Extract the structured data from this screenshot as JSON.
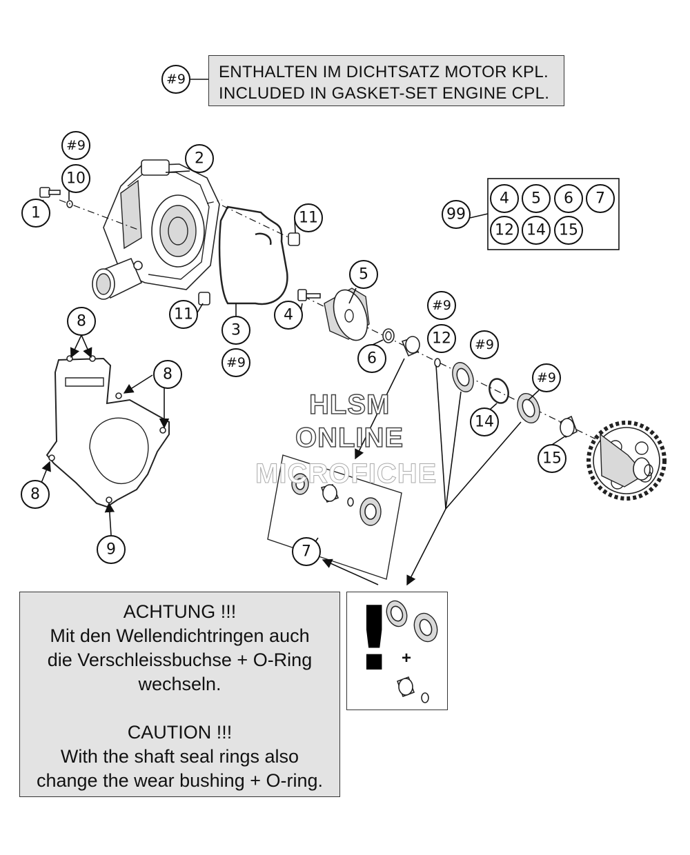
{
  "note": {
    "tag": "#9",
    "line1": "ENTHALTEN IM DICHTSATZ MOTOR KPL.",
    "line2": "INCLUDED IN GASKET-SET ENGINE CPL."
  },
  "callouts": {
    "c1": "1",
    "c2": "2",
    "c3": "3",
    "c4": "4",
    "c5": "5",
    "c6": "6",
    "c7": "7",
    "c8a": "8",
    "c8b": "8",
    "c8c": "8",
    "c9": "9",
    "c10": "10",
    "c11a": "11",
    "c11b": "11",
    "c12": "12",
    "c14": "14",
    "c15": "15",
    "h9a": "#9",
    "h9b": "#9",
    "h9c": "#9",
    "h9d": "#9",
    "h9e": "#9"
  },
  "kit": {
    "label": "99",
    "items": [
      "4",
      "5",
      "6",
      "7",
      "12",
      "14",
      "15"
    ]
  },
  "watermark": {
    "line1": "HLSM",
    "line2": "ONLINE",
    "line3": "MICROFICHE"
  },
  "caution": {
    "de_title": "ACHTUNG !!!",
    "de_line1": "Mit den Wellendichtringen auch",
    "de_line2": "die Verschleissbuchse + O-Ring",
    "de_line3": "wechseln.",
    "en_title": "CAUTION !!!",
    "en_line1": "With the shaft seal rings also",
    "en_line2": "change the wear bushing + O-ring."
  },
  "icon_box": {
    "exclamation": "!",
    "plus": "+"
  }
}
